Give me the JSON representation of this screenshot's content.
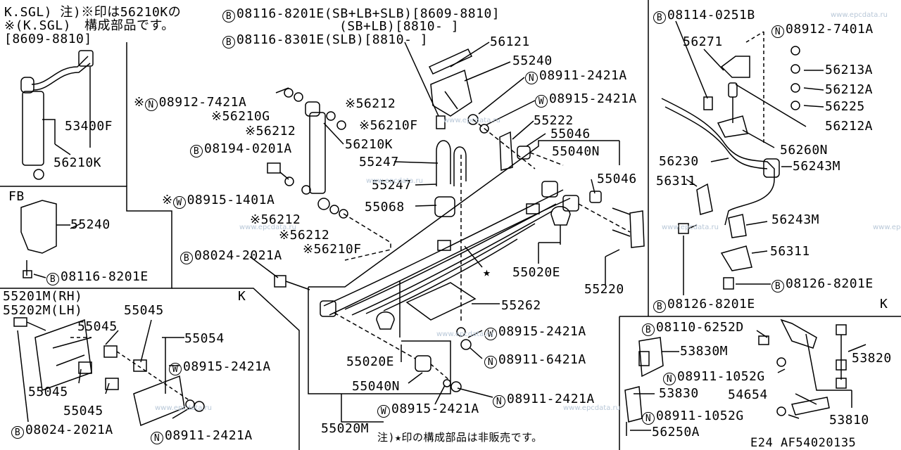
{
  "note_top": "K.SGL)  注)※印は56210Kの",
  "note_top2": "構成部品です。",
  "note_ksgl": "※(K.SGL)",
  "note_range": "[8609-8810]",
  "section_fb": "FB",
  "section_k1": "K",
  "section_k2": "K",
  "footer_note": "注)★印の構成部品は非販売です。",
  "footer_code": "E24  AF54020135",
  "watermark": "www.epcdata.ru",
  "labels": {
    "p53400F": "53400F",
    "p56210K_left": "56210K",
    "p55240_fb": "55240",
    "b08116_fb": "08116-8201E",
    "p55201M": "55201M(RH)",
    "p55202M": "55202M(LH)",
    "p55045_a": "55045",
    "p55045_b": "55045",
    "p55045_c": "55045",
    "p55045_d": "55045",
    "p55054": "55054",
    "w08915_bl": "08915-2421A",
    "n08911_bl": "08911-2421A",
    "b08024_bl": "08024-2021A",
    "b08116_top1": "08116-8201E(SB+LB+SLB)[8609-8810]",
    "b08116_top1b": "(SB+LB)[8810-    ]",
    "b08116_top2": "08116-8301E(SLB)[8810-    ]",
    "p56121": "56121",
    "p55240": "55240",
    "n08911_a": "08911-2421A",
    "w08915_a": "08915-2421A",
    "n08912_a": "08912-7421A",
    "p56210G": "※56210G",
    "p56212_a": "※56212",
    "p56212_b": "※56212",
    "p56210F_a": "※56210F",
    "b08194": "08194-0201A",
    "p56210K": "56210K",
    "p55222": "55222",
    "p55046_a": "55046",
    "p55040N_a": "55040N",
    "p55247_a": "55247",
    "p55247_b": "55247",
    "p55068": "55068",
    "p55046_b": "55046",
    "w08915_b": "08915-1401A",
    "p56212_c": "※56212",
    "p56212_d": "※56212",
    "p56210F_b": "※56210F",
    "b08024_mid": "08024-2021A",
    "p55020E_a": "55020E",
    "p55220": "55220",
    "p55262": "55262",
    "w08915_c": "08915-2421A",
    "n08911_b": "08911-6421A",
    "p55020E_b": "55020E",
    "p55040N_b": "55040N",
    "n08911_c": "08911-2421A",
    "w08915_d": "08915-2421A",
    "p55020M": "55020M",
    "b08114": "08114-0251B",
    "n08912_b": "08912-7401A",
    "p56271": "56271",
    "p56213A": "56213A",
    "p56212A_a": "56212A",
    "p56225": "56225",
    "p56212A_b": "56212A",
    "p56260N": "56260N",
    "p56230": "56230",
    "p56243M_a": "56243M",
    "p56311_a": "56311",
    "p56243M_b": "56243M",
    "p56311_b": "56311",
    "b08126_a": "08126-8201E",
    "b08126_b": "08126-8201E",
    "b08110": "08110-6252D",
    "p53830M": "53830M",
    "n08911_d": "08911-1052G",
    "p53830": "53830",
    "p54654": "54654",
    "n08911_e": "08911-1052G",
    "p56250A": "56250A",
    "p53820": "53820",
    "p53810": "53810",
    "star": "★"
  },
  "circ": {
    "B": "B",
    "N": "N",
    "W": "W"
  },
  "mark": "※"
}
